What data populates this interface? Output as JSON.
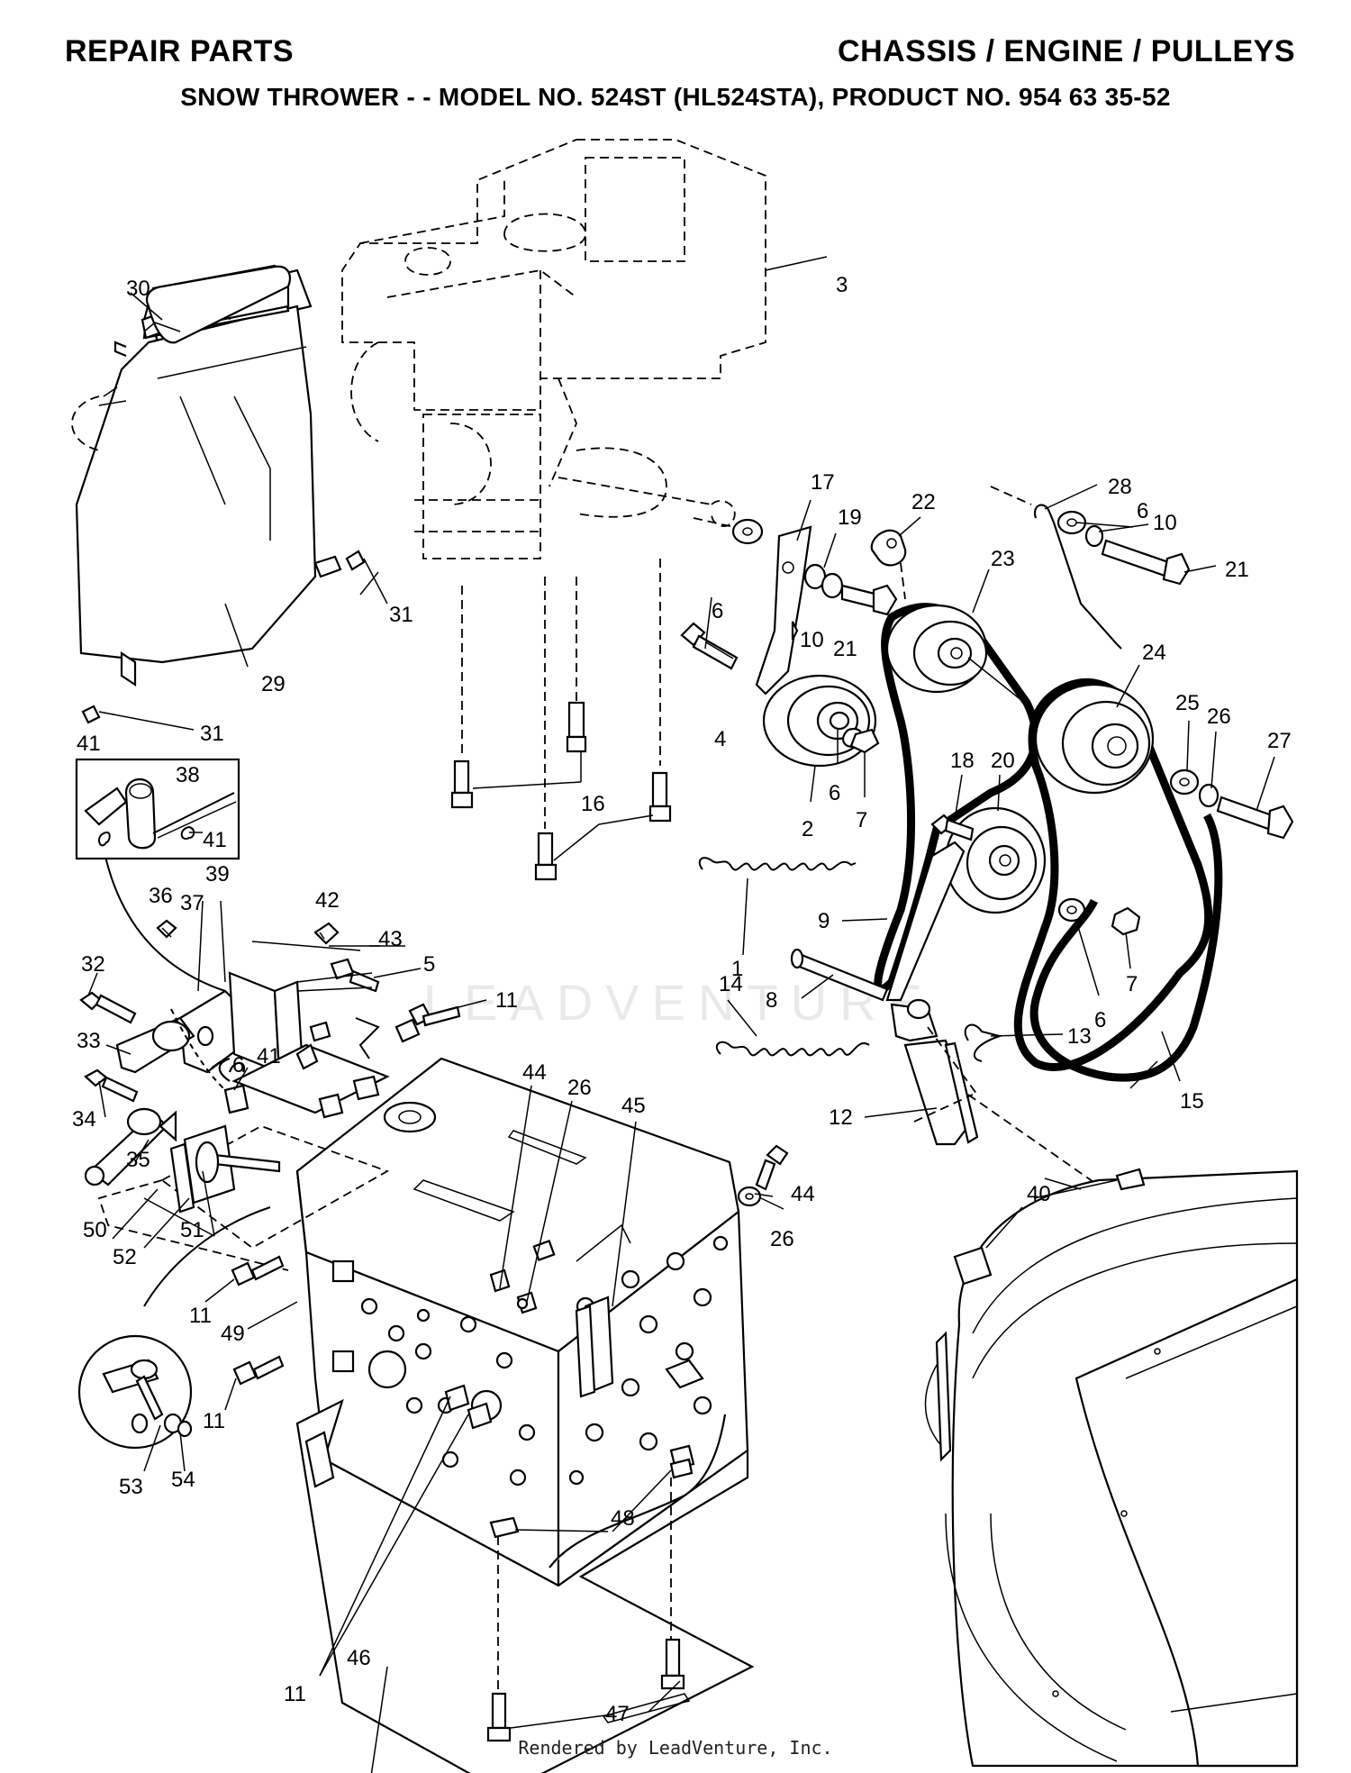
{
  "header": {
    "left_title": "REPAIR PARTS",
    "right_title": "CHASSIS / ENGINE / PULLEYS",
    "subtitle": "SNOW THROWER - - MODEL NO. 524ST (HL524STA), PRODUCT NO. 954 63 35-52"
  },
  "watermark": "LEADVENTURE",
  "footer": "Rendered by LeadVenture, Inc.",
  "callouts": {
    "c1": "1",
    "c2": "2",
    "c3": "3",
    "c4": "4",
    "c5": "5",
    "c6a": "6",
    "c6b": "6",
    "c6c": "6",
    "c6d": "6",
    "c6e": "6",
    "c6f": "6",
    "c7a": "7",
    "c7b": "7",
    "c8": "8",
    "c9": "9",
    "c10a": "10",
    "c10b": "10",
    "c11a": "11",
    "c11b": "11",
    "c11c": "11",
    "c11d": "11",
    "c12": "12",
    "c13": "13",
    "c14": "14",
    "c15": "15",
    "c16": "16",
    "c17": "17",
    "c18": "18",
    "c19": "19",
    "c20": "20",
    "c21a": "21",
    "c21b": "21",
    "c22": "22",
    "c23": "23",
    "c24": "24",
    "c25": "25",
    "c26a": "26",
    "c26b": "26",
    "c26c": "26",
    "c27": "27",
    "c28": "28",
    "c29": "29",
    "c30": "30",
    "c31a": "31",
    "c31b": "31",
    "c32": "32",
    "c33": "33",
    "c34": "34",
    "c35": "35",
    "c36": "36",
    "c37": "37",
    "c38": "38",
    "c39": "39",
    "c40": "40",
    "c41a": "41",
    "c41b": "41",
    "c41c": "41",
    "c42": "42",
    "c43": "43",
    "c44a": "44",
    "c44b": "44",
    "c45": "45",
    "c46": "46",
    "c47": "47",
    "c48": "48",
    "c49": "49",
    "c50": "50",
    "c51": "51",
    "c52": "52",
    "c53": "53",
    "c54": "54"
  }
}
